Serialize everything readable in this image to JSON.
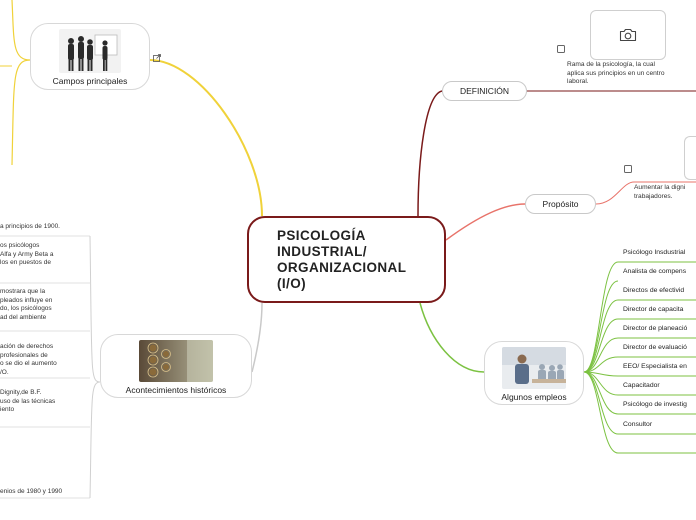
{
  "central": {
    "title": "PSICOLOGÍA\nINDUSTRIAL/\nORGANIZACIONAL\n(I/O)"
  },
  "branches": {
    "campos": {
      "label": "Campos principales"
    },
    "acontecimientos": {
      "label": "Acontecimientos históricos"
    },
    "definicion": {
      "label": "DEFINICIÓN",
      "note": "Rama de la psicología, la cual\naplica sus principios en un centro\nlaboral."
    },
    "proposito": {
      "label": "Propósito",
      "note": "Aumentar la digni\ntrabajadores."
    },
    "empleos": {
      "label": "Algunos empleos",
      "items": [
        "Psicólogo Insdustrial",
        "Analista de compens",
        "Directos de efectivid",
        "Director de capacita",
        "Director de planeació",
        "Director de evaluació",
        "EEO/ Especialista en",
        "Capacitador",
        "Psicólogo de investig",
        "Consultor"
      ]
    }
  },
  "history_notes": [
    "a principios de 1900.",
    "os psicólogos\n Alfa y Army Beta a\nlos en puestos de",
    "mostrara que la\npleados influye en\ndo, los psicólogos\nad del ambiente",
    "ación de derechos\n profesionales de\no se dio el aumento\n/O.",
    "Dignity,de B.F.\n uso de las técnicas\niento",
    "enios de 1980 y 1990"
  ],
  "icons": {
    "camera": "camera-icon",
    "external": "external-link-icon",
    "checkbox": "checkbox-icon"
  },
  "colors": {
    "central_border": "#7a1a1a",
    "definicion_line": "#7a1a1a",
    "proposito_line": "#e8736a",
    "empleos_line": "#7cc242",
    "campos_line": "#f0d23a",
    "acontecimientos_line": "#c9c9c9"
  }
}
